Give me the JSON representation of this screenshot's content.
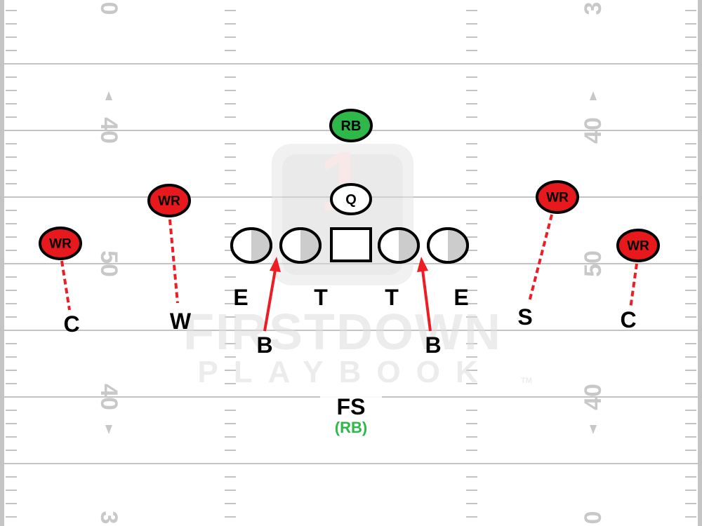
{
  "field": {
    "yard_numbers": {
      "top_left": "0",
      "top_right": "3",
      "upper_left": "40",
      "upper_right": "40",
      "mid_left": "50",
      "mid_right": "50",
      "lower_left": "40",
      "lower_right": "40",
      "bottom_left": "3",
      "bottom_right": "0"
    }
  },
  "watermark": {
    "line1": "FIRSTDOWN",
    "line2": "PLAYBOOK",
    "tm": "TM",
    "logo_numeral": "1"
  },
  "offense": {
    "rb_label": "RB",
    "qb_label": "Q",
    "wr_label": "WR"
  },
  "defense": {
    "ends": [
      "E",
      "E"
    ],
    "tackles": [
      "T",
      "T"
    ],
    "blitzers": [
      "B",
      "B"
    ],
    "corners": [
      "C",
      "C"
    ],
    "will": "W",
    "sam": "S",
    "free_safety": "FS",
    "free_safety_note": "(RB)"
  },
  "colors": {
    "field_line": "#c4c4c4",
    "yard_number": "#c8c8c8",
    "wr_fill": "#e8191c",
    "rb_fill": "#2eb84a",
    "route_red": "#ee1c24",
    "note_green": "#2eb84a",
    "lineman_shade": "#cccccc"
  }
}
